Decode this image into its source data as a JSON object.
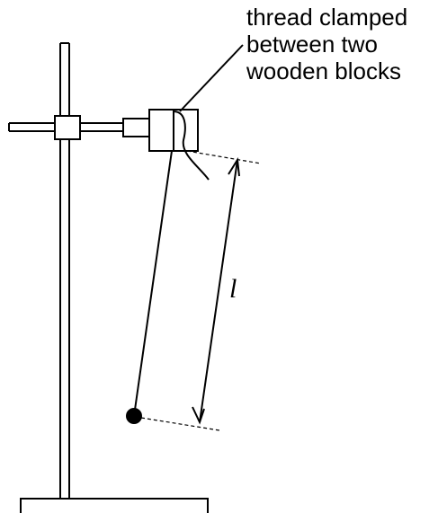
{
  "annotation": {
    "lines": [
      "thread clamped",
      "between two",
      "wooden blocks"
    ]
  },
  "length_label": "l",
  "colors": {
    "stroke": "#000000",
    "background": "#ffffff",
    "bob": "#000000"
  }
}
